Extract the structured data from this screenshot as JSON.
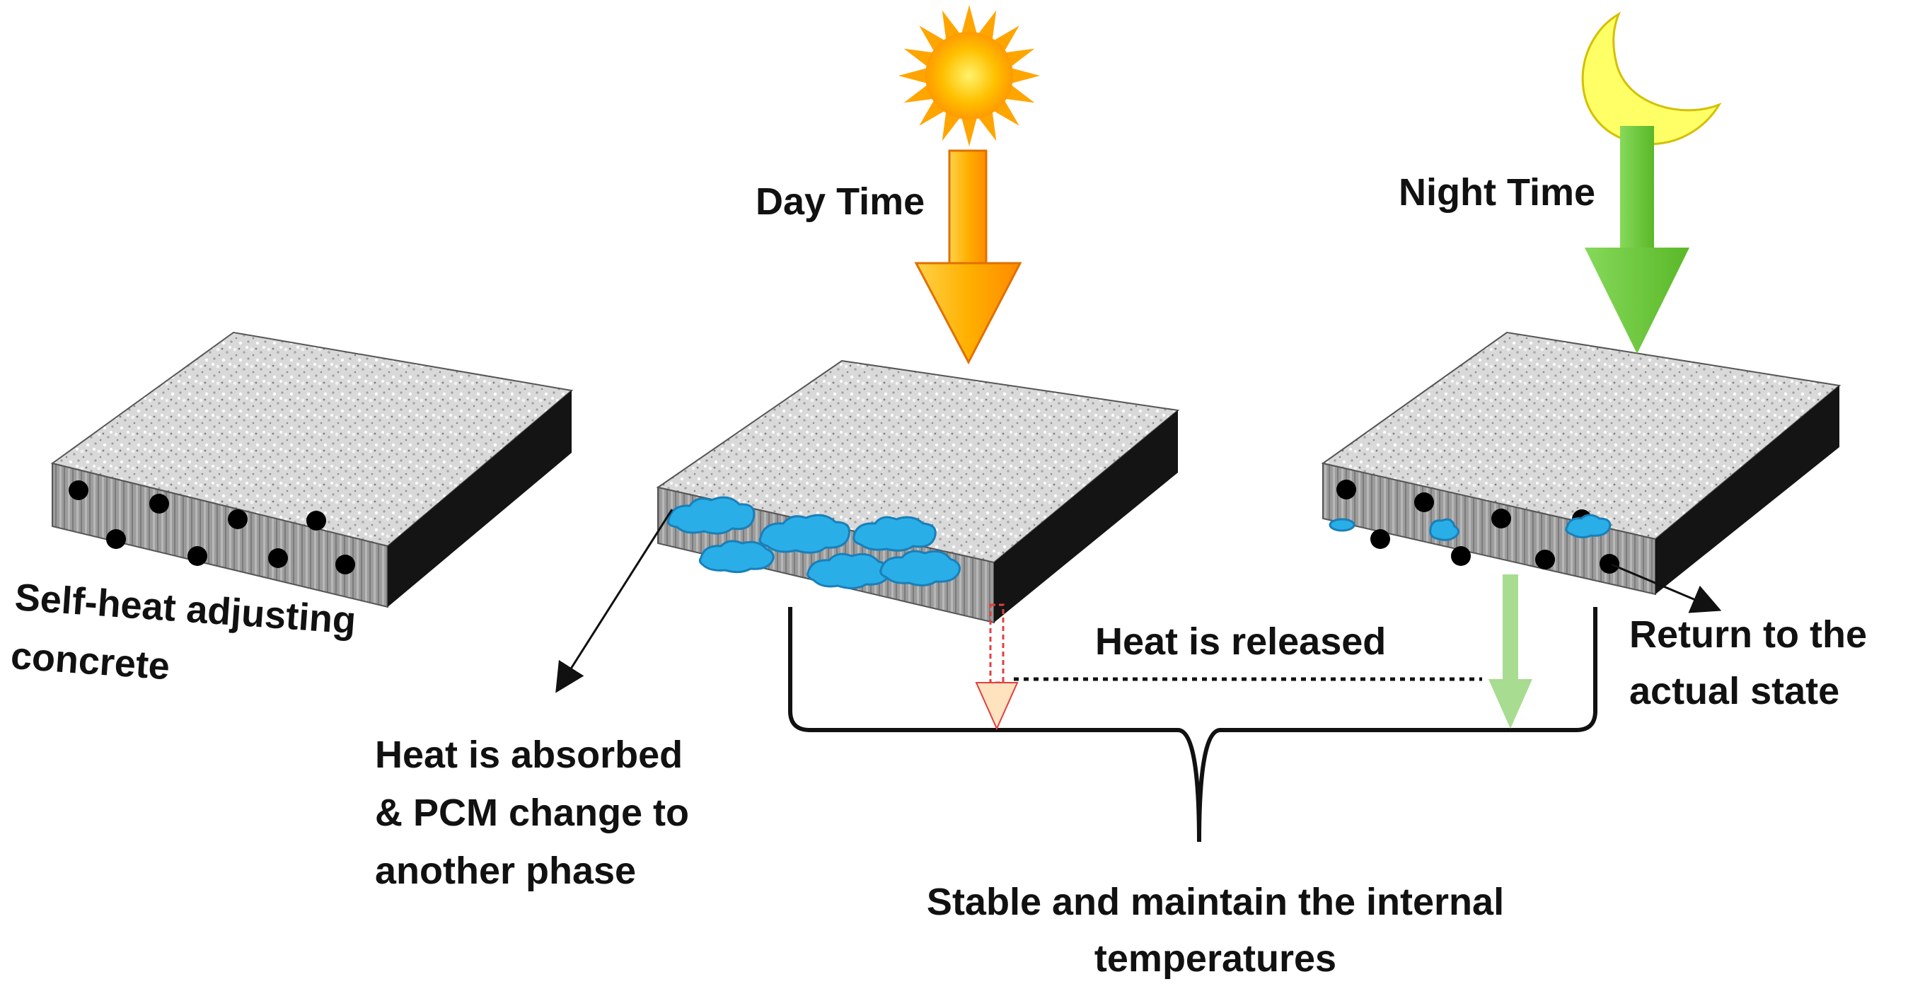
{
  "labels": {
    "day_time": "Day Time",
    "night_time": "Night Time",
    "self_heat_line1": "Self-heat adjusting",
    "self_heat_line2": "concrete",
    "absorbed_line1": "Heat is absorbed",
    "absorbed_line2": "& PCM change to",
    "absorbed_line3": "another phase",
    "released": "Heat is released",
    "return_line1": "Return to the",
    "return_line2": "actual state",
    "stable_line1": "Stable and maintain the internal",
    "stable_line2": "temperatures"
  },
  "icons": {
    "sun": "sun-icon",
    "moon": "crescent-moon-icon"
  },
  "colors": {
    "sun_arrow": "#FFB400",
    "night_arrow": "#6CC43C",
    "release_arrow_light": "#A8DC90",
    "pcm_blob": "#29AEE8",
    "concrete_top": "#D6D6D6",
    "concrete_front": "#9A9A9A",
    "concrete_side": "#141414",
    "particle": "#000000"
  }
}
